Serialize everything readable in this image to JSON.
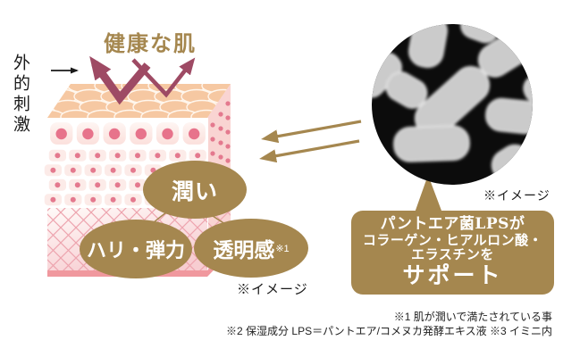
{
  "labels": {
    "external_stimulus": "外的刺激",
    "healthy_skin": "健康な肌",
    "skin_image_note": "※イメージ",
    "micro_image_note": "※イメージ"
  },
  "benefits": {
    "moisture": "潤い",
    "firmness": "ハリ・弾力",
    "clarity": "透明感",
    "clarity_ref": "※1"
  },
  "callout": {
    "line1": "パントエア菌LPSが",
    "line2": "コラーゲン・ヒアルロン酸・",
    "line3": "エラスチンを",
    "emphasis": "サポート"
  },
  "footnotes": {
    "note1": "※1 肌が潤いで満たされている事",
    "note2": "※2 保湿成分 LPS＝パントエア/コメヌカ発酵エキス液 ※3 イミニ内"
  },
  "icons": {
    "stimulus_arrow": "stimulus-arrow-icon",
    "bounce_arrows": "bounce-arrows-icon",
    "lps_arrows": "lps-transfer-arrows-icon",
    "micrograph": "bacteria-micrograph"
  },
  "colors": {
    "gold": "#a5874f",
    "maroon": "#9e4a64",
    "skin_peach": "#f5c6a0",
    "cell_pink": "#fcebe8",
    "dot_pink": "#e4798e",
    "lattice_pink": "#eda4ae",
    "dermis_pink": "#f7cdd1",
    "base_strip_pink": "#f0989e",
    "micro_bg": "#0c0c0c",
    "rod_gray": "#cbcbcb",
    "text_dark": "#1a1a1a",
    "white": "#ffffff"
  }
}
